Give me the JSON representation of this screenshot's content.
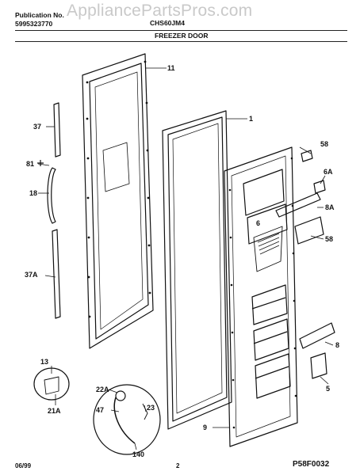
{
  "header": {
    "publication_label": "Publication No.",
    "publication_number": "5995323770",
    "model_code": "CHS60JM4",
    "watermark": "AppliancePartsPros.com",
    "section_title": "FREEZER DOOR"
  },
  "callouts": {
    "c11": "11",
    "c1": "1",
    "c37": "37",
    "c81": "81",
    "c18": "18",
    "c37a": "37A",
    "c58a": "58",
    "c6a": "6A",
    "c6": "6",
    "c8a": "8A",
    "c58b": "58",
    "c8": "8",
    "c5": "5",
    "c13": "13",
    "c21a": "21A",
    "c22a": "22A",
    "c47": "47",
    "c23": "23",
    "c140": "140",
    "c9": "9"
  },
  "footer": {
    "date": "06/99",
    "page": "2",
    "figure_code": "P58F0032"
  }
}
